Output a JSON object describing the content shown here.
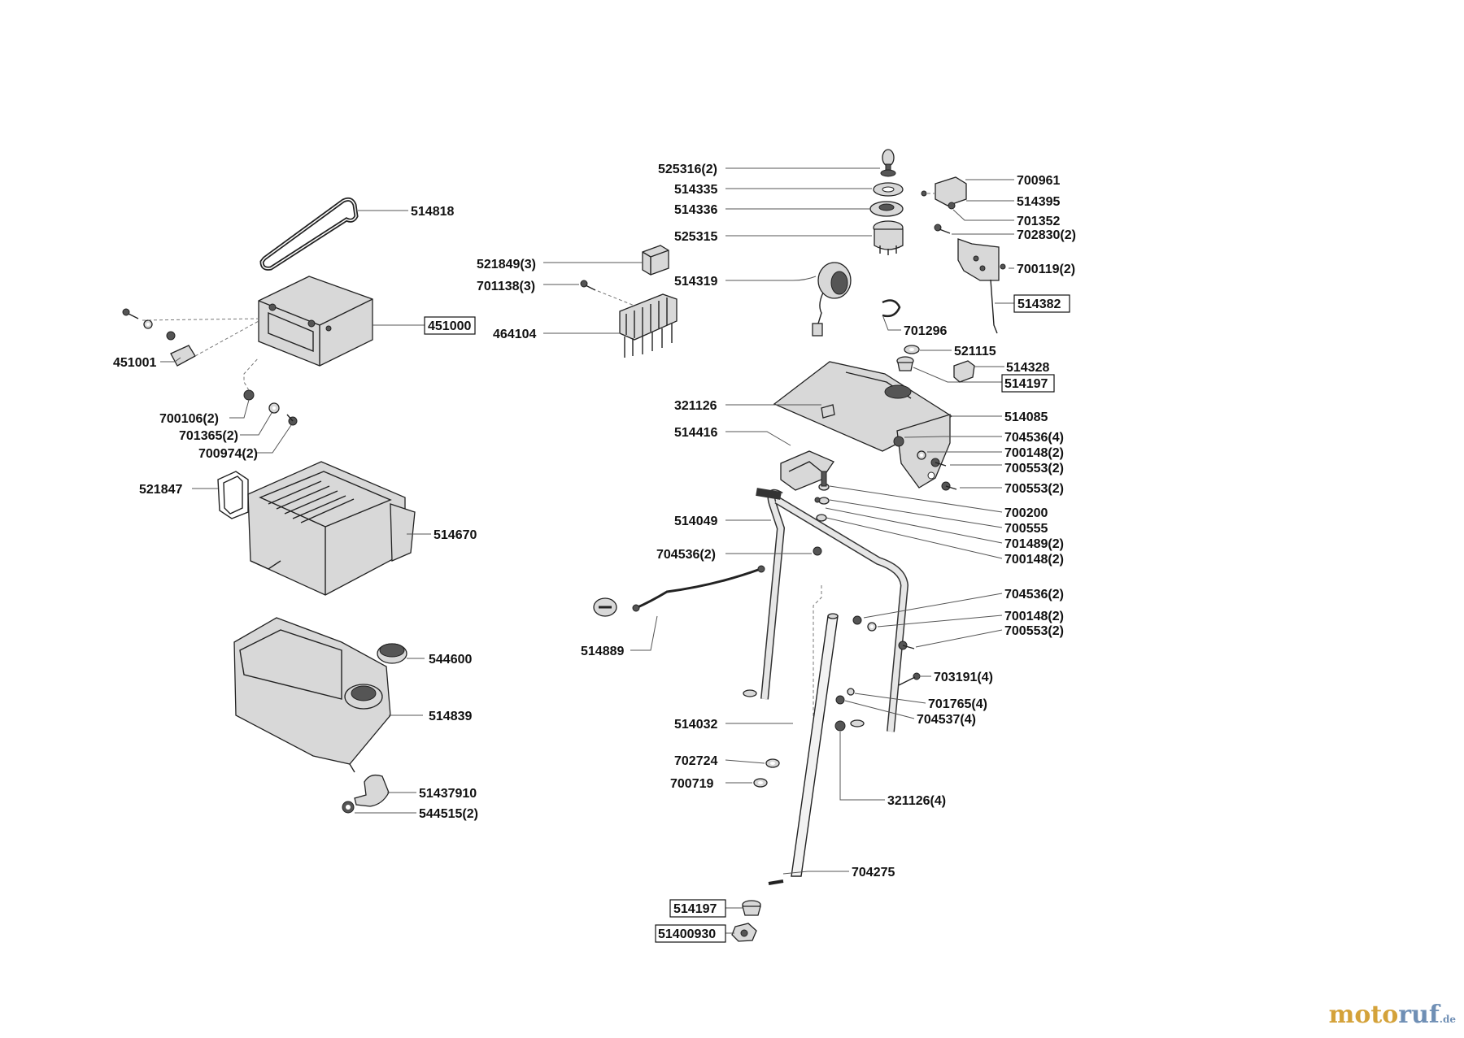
{
  "diagram": {
    "labels": {
      "p514818": "514818",
      "p451000": "451000",
      "p451001": "451001",
      "p700106": "700106(2)",
      "p701365": "701365(2)",
      "p700974": "700974(2)",
      "p521847": "521847",
      "p514670": "514670",
      "p544600": "544600",
      "p514839": "514839",
      "p51437910": "51437910",
      "p544515": "544515(2)",
      "p525316": "525316(2)",
      "p514335": "514335",
      "p514336": "514336",
      "p525315": "525315",
      "p521849": "521849(3)",
      "p701138": "701138(3)",
      "p514319": "514319",
      "p464104": "464104",
      "p700961": "700961",
      "p514395": "514395",
      "p701352": "701352",
      "p702830": "702830(2)",
      "p700119": "700119(2)",
      "p514382": "514382",
      "p701296": "701296",
      "p521115": "521115",
      "p514328": "514328",
      "p514197a": "514197",
      "p321126": "321126",
      "p514085": "514085",
      "p514416": "514416",
      "p704536a": "704536(4)",
      "p700148a": "700148(2)",
      "p700553a": "700553(2)",
      "p700553b": "700553(2)",
      "p700200": "700200",
      "p514049": "514049",
      "p700555": "700555",
      "p701489": "701489(2)",
      "p704536b": "704536(2)",
      "p700148b": "700148(2)",
      "p704536c": "704536(2)",
      "p700148c": "700148(2)",
      "p700553c": "700553(2)",
      "p514889": "514889",
      "p703191": "703191(4)",
      "p701765": "701765(4)",
      "p704537": "704537(4)",
      "p514032": "514032",
      "p702724": "702724",
      "p700719": "700719",
      "p321126b": "321126(4)",
      "p704275": "704275",
      "p514197b": "514197",
      "p51400930": "51400930"
    }
  },
  "watermark": {
    "brand_a": "moto",
    "brand_b": "ruf",
    "tld": ".de"
  },
  "colors": {
    "brand_gold": "#d4a23a",
    "brand_blue": "#6f8fb5"
  }
}
